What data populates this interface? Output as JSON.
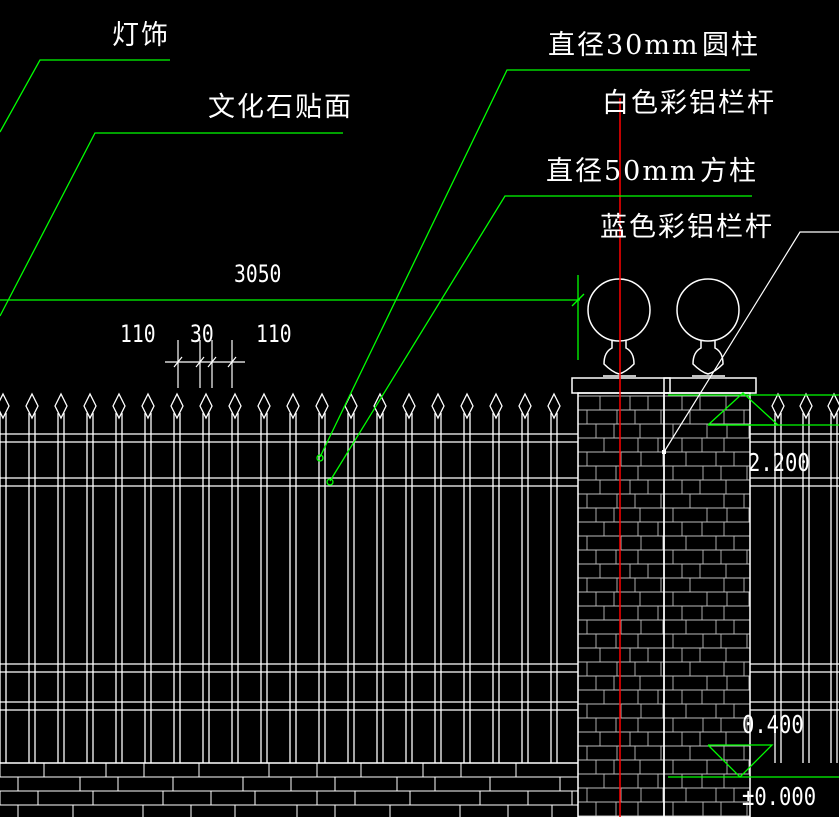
{
  "labels": {
    "light_fixture": "灯饰",
    "cultural_stone": "文化石贴面",
    "round_post_diameter": "直径30mm",
    "round_post": "圆柱",
    "white_rail": "白色彩铝栏杆",
    "square_post_diameter": "直径50mm",
    "square_post": "方柱",
    "blue_rail": "蓝色彩铝栏杆"
  },
  "dimensions": {
    "total_width": "3050",
    "left_gap": "110",
    "bar_width": "30",
    "right_gap": "110"
  },
  "elevations": {
    "top": "2.200",
    "base": "0.400",
    "ground": "±0.000"
  },
  "colors": {
    "background": "#000000",
    "linework": "#ffffff",
    "leader": "#00ff00",
    "axis": "#ff0000"
  }
}
